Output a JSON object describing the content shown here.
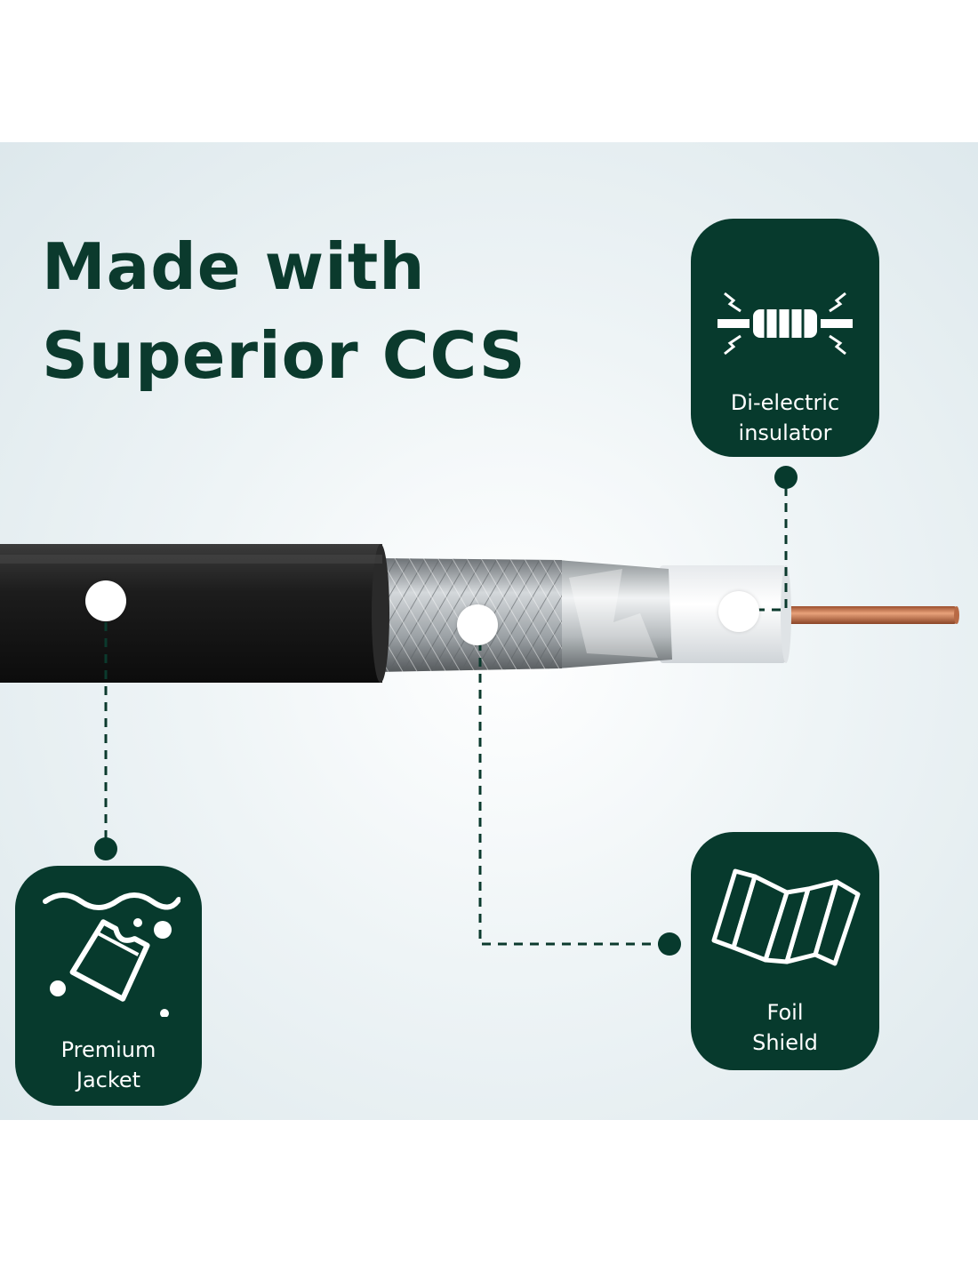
{
  "headline": {
    "line1": "Made with",
    "line2": "Superior CCS"
  },
  "callouts": {
    "dielectric": {
      "line1": "Di-electric",
      "line2": "insulator",
      "icon": "dielectric-insulator-icon"
    },
    "foil": {
      "line1": "Foil",
      "line2": "Shield",
      "icon": "foil-shield-icon"
    },
    "jacket": {
      "line1": "Premium",
      "line2": "Jacket",
      "icon": "jacket-water-icon"
    }
  },
  "colors": {
    "card": "#073a2d",
    "headline": "#0b3a2d",
    "connector": "#0b3a2d",
    "copper": "#c9774e"
  }
}
